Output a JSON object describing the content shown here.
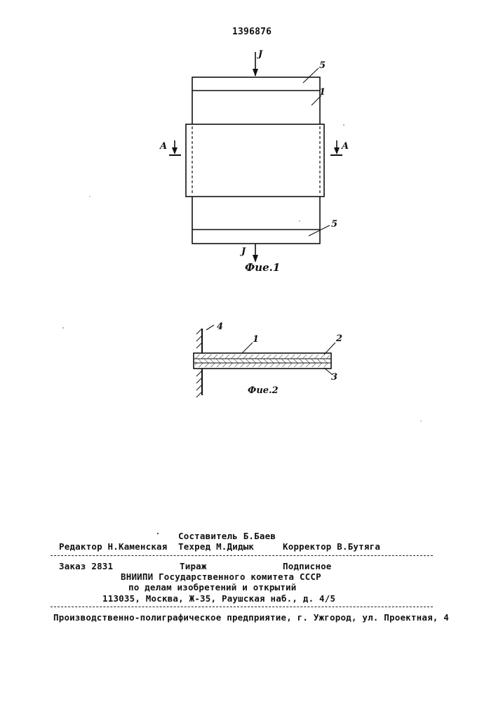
{
  "patent_number": "1396876",
  "fig1": {
    "current_label_top": "J",
    "current_label_bottom": "J",
    "label_5_top": "5",
    "label_1": "1",
    "label_5_bottom": "5",
    "section_left": "A",
    "section_right": "A",
    "caption": "Фие.1"
  },
  "fig2": {
    "label_4": "4",
    "label_1": "1",
    "label_2": "2",
    "label_3": "3",
    "caption": "Фие.2"
  },
  "footer": {
    "compiler": "Составитель Б.Баев",
    "editor": "Редактор Н.Каменская",
    "techred": "Техред М.Дидык",
    "corrector": "Корректор В.Бутяга",
    "order": "Заказ 2831",
    "circulation": "Тираж",
    "subscription": "Подписное",
    "org_line1": "ВНИИПИ Государственного комитета СССР",
    "org_line2": "по делам изобретений и открытий",
    "address": "113035, Москва, Ж-35, Раушская наб., д. 4/5",
    "printer": "Производственно-полиграфическое предприятие, г. Ужгород, ул. Проектная, 4"
  }
}
